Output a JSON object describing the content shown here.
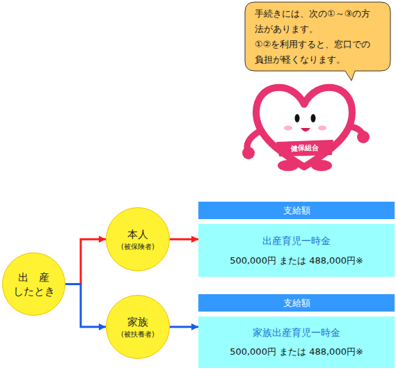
{
  "diagram": {
    "nodes": [
      {
        "text": [
          "手続きには、次の①～③の方法があります。",
          "①②を利用すると、窓口での負担が軽くなります。"
        ]
      },
      {
        "text": [
          "出　産 したとき"
        ]
      },
      {
        "text": [
          "本人",
          "(被保険者)"
        ]
      },
      {
        "text": [
          "支給額"
        ]
      },
      {
        "text": [
          "出産育児一時金",
          "500,000円 または 488,000円※"
        ]
      },
      {
        "text": [
          "家族",
          "(被扶養者)"
        ]
      },
      {
        "text": [
          "支給額"
        ]
      },
      {
        "text": [
          "家族出産育児一時金",
          "500,000円 または 488,000円※"
        ]
      }
    ],
    "edges": [
      {
        "from": 1,
        "to": 2,
        "arrow": "to"
      },
      {
        "from": 1,
        "to": 5,
        "arrow": "to"
      },
      {
        "from": 2,
        "to": 4,
        "arrow": "to"
      },
      {
        "from": 5,
        "to": 7,
        "arrow": "to"
      }
    ],
    "labels": [
      "健保組合"
    ]
  }
}
